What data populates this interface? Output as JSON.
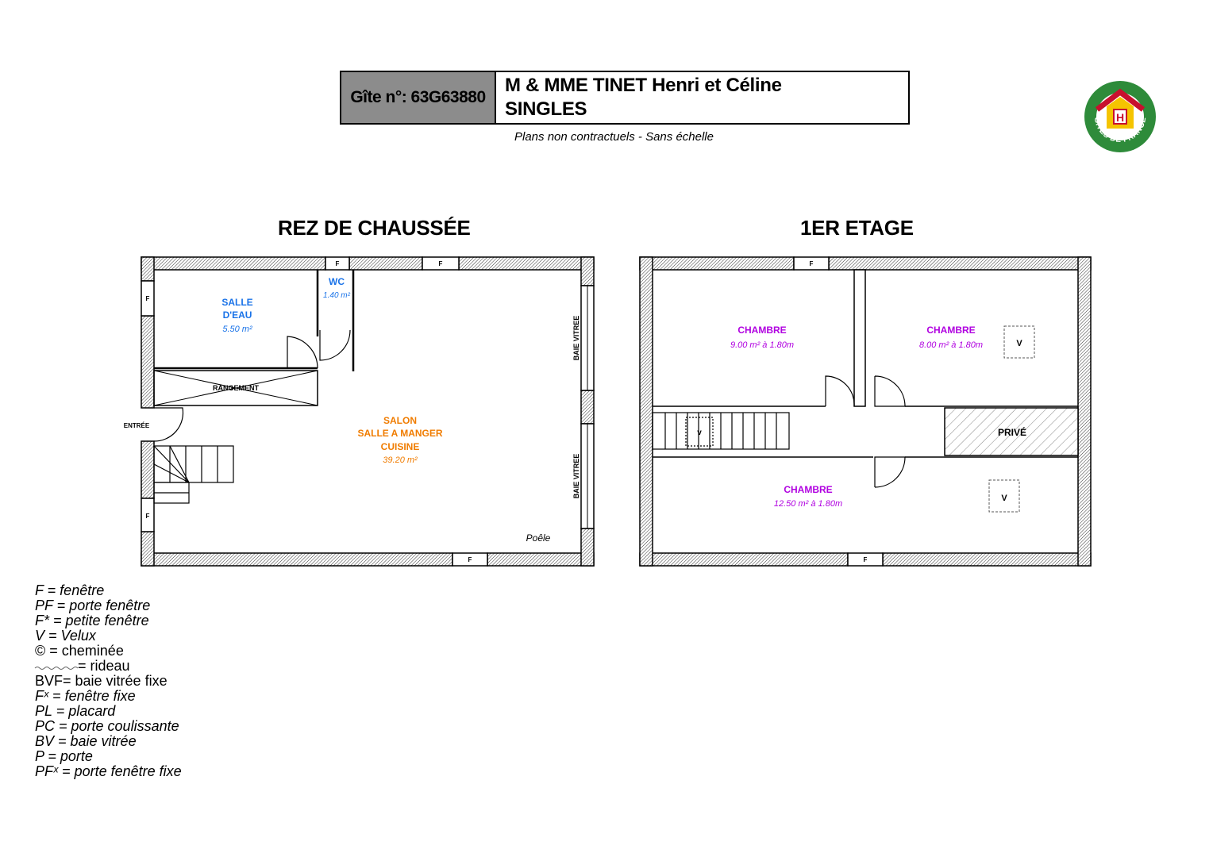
{
  "header": {
    "gite_number": "Gîte n°: 63G63880",
    "owner": "M & MME TINET Henri et Céline",
    "location": "SINGLES",
    "subtitle": "Plans non contractuels - Sans échelle"
  },
  "logo": {
    "text": "GÎTES DE FRANCE",
    "icon": "gites-de-france-logo"
  },
  "ground_floor": {
    "title": "REZ DE CHAUSSÉE",
    "rooms": {
      "salle_eau_line1": "SALLE",
      "salle_eau_line2": "D'EAU",
      "salle_eau_area": "5.50 m²",
      "wc_name": "WC",
      "wc_area": "1.40 m²",
      "rangement": "RANGEMENT",
      "entree": "ENTRÉE",
      "salon_line1": "SALON",
      "salon_line2": "SALLE A MANGER",
      "salon_line3": "CUISINE",
      "salon_area": "39.20 m²",
      "poele": "Poêle"
    },
    "windows": {
      "f": "F",
      "baie": "BAIE VITREE"
    }
  },
  "first_floor": {
    "title": "1ER ETAGE",
    "rooms": {
      "chambre1_name": "CHAMBRE",
      "chambre1_area": "9.00 m² à 1.80m",
      "chambre2_name": "CHAMBRE",
      "chambre2_area": "8.00 m² à 1.80m",
      "chambre3_name": "CHAMBRE",
      "chambre3_area": "12.50 m² à 1.80m",
      "prive": "PRIVÉ",
      "velux": "V",
      "stairs_velux": "v"
    },
    "windows": {
      "f": "F"
    }
  },
  "legend": [
    "F = fenêtre",
    "PF = porte fenêtre",
    "F* = petite fenêtre",
    "V = Velux",
    "© = cheminée",
    "= rideau",
    "BVF= baie vitrée fixe",
    "Fˣ = fenêtre fixe",
    "PL = placard",
    "PC = porte coulissante",
    "BV = baie vitrée",
    "P = porte",
    "PFˣ = porte fenêtre fixe"
  ],
  "colors": {
    "blue": "#1a73e8",
    "orange": "#f07c00",
    "purple": "#b000e0",
    "gray": "#8c8c8c",
    "green": "#2e8b3a",
    "red": "#c8102e"
  }
}
